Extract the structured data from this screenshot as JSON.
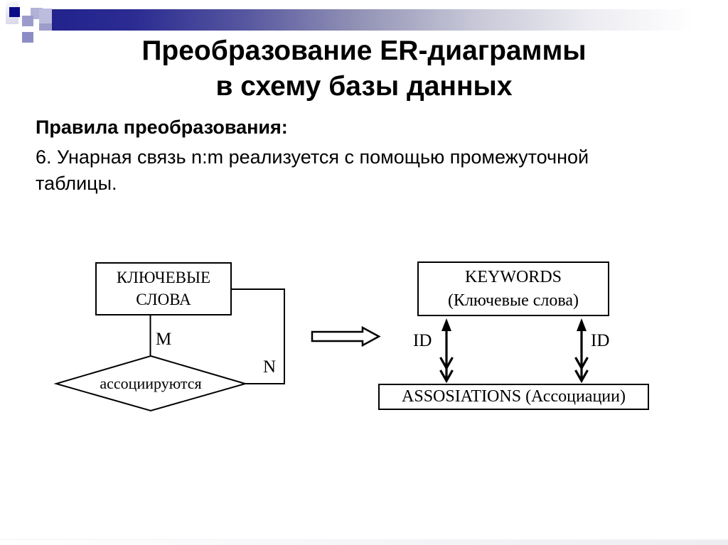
{
  "header": {
    "title_line1": "Преобразование ER-диаграммы",
    "title_line2": "в схему базы данных"
  },
  "body": {
    "rules_heading": "Правила преобразования:",
    "rule_text": "6. Унарная связь n:m реализуется с помощью промежуточной таблицы."
  },
  "er_diagram": {
    "entity_line1": "КЛЮЧЕВЫЕ",
    "entity_line2": "СЛОВА",
    "relationship_label": "ассоциируются",
    "cardinality_m": "M",
    "cardinality_n": "N"
  },
  "schema_diagram": {
    "keywords_table_line1": "KEYWORDS",
    "keywords_table_line2": "(Ключевые слова)",
    "associations_table": "ASSOSIATIONS (Ассоциации)",
    "fk_left": "ID",
    "fk_right": "ID"
  },
  "icons": {
    "transform_arrow": "hollow-right-block-arrow",
    "relation_link": "vertical-arrow-one-to-many"
  },
  "colors": {
    "accent_navy": "#0c0c88",
    "header_bar_navy": "#23238e",
    "lavender": "#9c9ccc",
    "line_color": "#000000",
    "background": "#ffffff"
  }
}
